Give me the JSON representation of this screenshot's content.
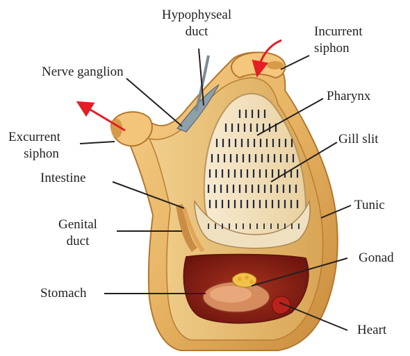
{
  "labels": {
    "hypophyseal_duct": [
      "Hypophyseal",
      "duct"
    ],
    "incurrent_siphon": [
      "Incurrent",
      "siphon"
    ],
    "nerve_ganglion": [
      "Nerve ganglion"
    ],
    "pharynx": [
      "Pharynx"
    ],
    "excurrent_siphon": [
      "Excurrent",
      "siphon"
    ],
    "gill_slit": [
      "Gill slit"
    ],
    "intestine": [
      "Intestine"
    ],
    "tunic": [
      "Tunic"
    ],
    "genital_duct": [
      "Genital",
      "duct"
    ],
    "gonad": [
      "Gonad"
    ],
    "stomach": [
      "Stomach"
    ],
    "heart": [
      "Heart"
    ]
  },
  "colors": {
    "tunic": "#e8b765",
    "tunic_dark": "#c98c3a",
    "cavity": "#8e2418",
    "pharynx_wall": "#f3e2bf",
    "gill_slit": "#1f2a3d",
    "flow_arrow": "#e31e24",
    "leader": "#231f20"
  }
}
